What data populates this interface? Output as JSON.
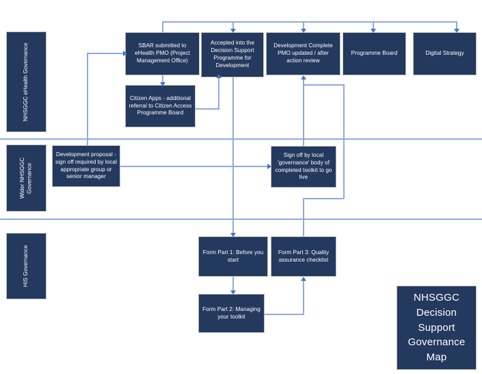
{
  "diagram": {
    "title": "NHSGGC Decision Support Governance Map",
    "colors": {
      "node_fill": "#23395d",
      "node_text": "#ffffff",
      "connector": "#8faadc",
      "arrowhead": "#4472c4",
      "background": "#ffffff",
      "node_border": "#bfbfbf"
    },
    "bands": [
      {
        "id": "band-ehealth",
        "label": "NHSGGC eHealth Governance"
      },
      {
        "id": "band-wider",
        "label": "Wider NHSGGC Governance"
      },
      {
        "id": "band-his",
        "label": "HIS Governance"
      }
    ],
    "nodes": [
      {
        "id": "sbar",
        "label": "SBAR submitted to eHealth PMO (Project Management Office)"
      },
      {
        "id": "accepted",
        "label": "Accepted into the Decision Support Programme for Development"
      },
      {
        "id": "dev-complete",
        "label": "Development Complete PMO updated / after action review"
      },
      {
        "id": "programme-board",
        "label": "Programme Board"
      },
      {
        "id": "digital-strategy",
        "label": "Digital Strategy"
      },
      {
        "id": "citizen-apps",
        "label": "Citizen Apps - additional referral to Citizen Access Programme Board"
      },
      {
        "id": "dev-proposal",
        "label": "Development proposal - sign off required by local appropriate group or senior manager"
      },
      {
        "id": "sign-off",
        "label": "Sign off by local 'governance' body of completed toolkit to go live"
      },
      {
        "id": "form-part-1",
        "label": "Form Part 1: Before you start"
      },
      {
        "id": "form-part-3",
        "label": "Form Part 3: Quality assurance checklist"
      },
      {
        "id": "form-part-2",
        "label": "Form Part 2: Managing  your toolkit"
      },
      {
        "id": "title-card",
        "label": "NHSGGC Decision Support Governance Map"
      }
    ]
  }
}
